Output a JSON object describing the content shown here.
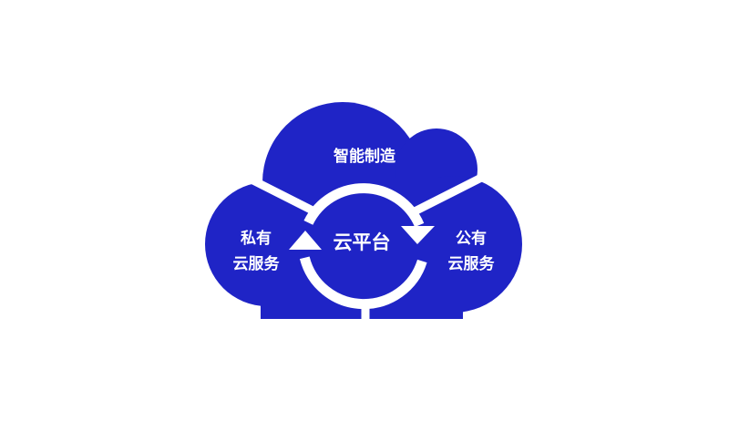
{
  "diagram": {
    "top_segment": "智能制造",
    "left_segment": [
      "私有",
      "云服务"
    ],
    "right_segment": [
      "公有",
      "云服务"
    ],
    "center": "云平台"
  },
  "colors": {
    "cloud_fill": "#1f24c6",
    "background": "#ffffff",
    "separator": "#ffffff",
    "text": "#ffffff"
  }
}
